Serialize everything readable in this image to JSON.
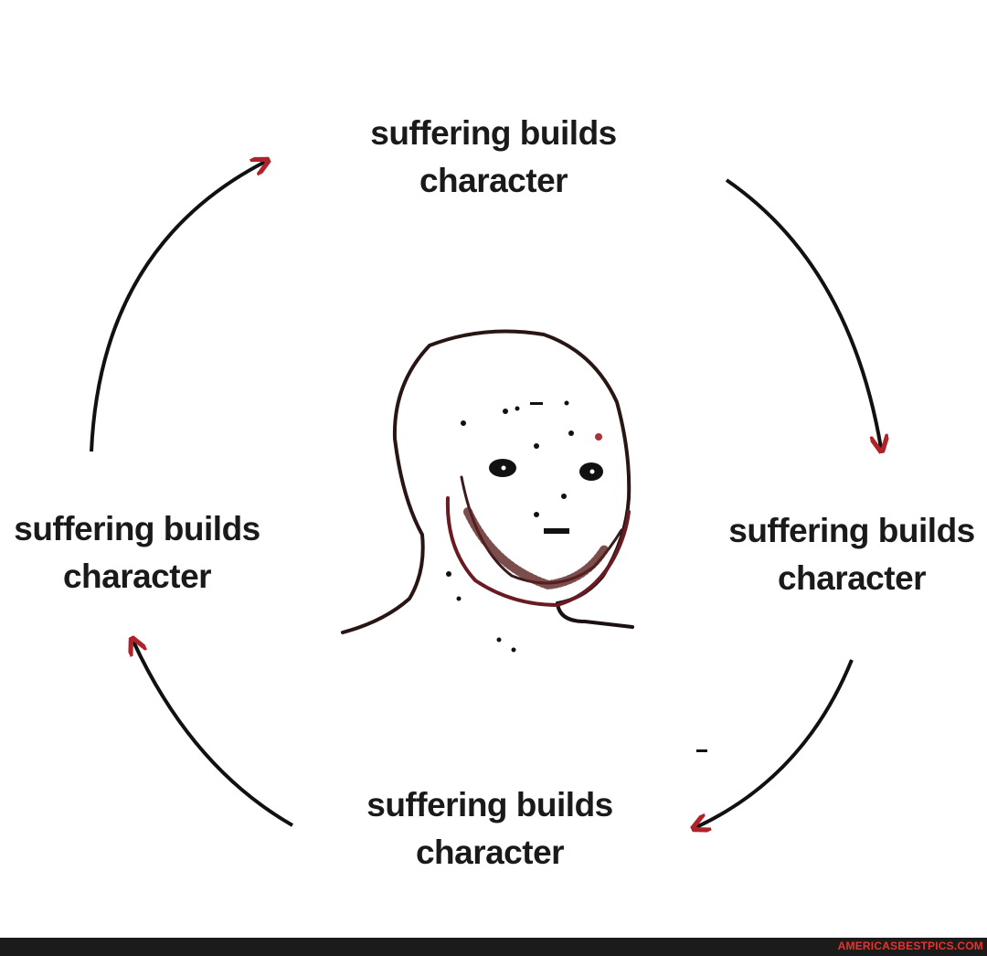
{
  "captions": [
    {
      "line1": "suffering builds",
      "line2": "character"
    },
    {
      "line1": "suffering builds",
      "line2": "character"
    },
    {
      "line1": "suffering builds",
      "line2": "character"
    },
    {
      "line1": "suffering builds",
      "line2": "character"
    }
  ],
  "watermark": "AMERICASBESTPICS.COM",
  "colors": {
    "arrow_line": "#111111",
    "arrow_head": "#b0222a",
    "watermark": "#e8332a",
    "bar": "#1b1b1b"
  }
}
